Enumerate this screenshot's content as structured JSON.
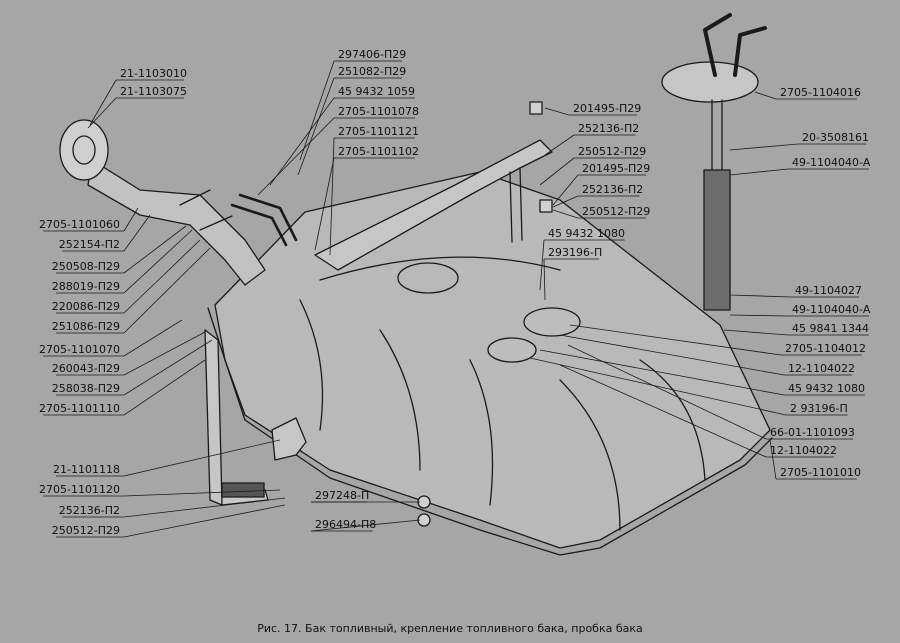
{
  "caption": "Рис. 17. Бак топливный, крепление топливного бака, пробка бака",
  "labels": [
    "297406-П29",
    "251082-П29",
    "45 9432 1059",
    "2705-1101078",
    "2705-1101121",
    "2705-1101102",
    "21-1103010",
    "21-1103075",
    "201495-П29",
    "252136-П2",
    "250512-П29",
    "201495-П29",
    "252136-П2",
    "250512-П29",
    "45 9432 1080",
    "293196-П",
    "2705-1104016",
    "20-3508161",
    "49-1104040-А",
    "49-1104027",
    "49-1104040-А",
    "45 9841 1344",
    "2705-1104012",
    "12-1104022",
    "45 9432 1080",
    "2 93196-П",
    "66-01-1101093",
    "12-1104022",
    "2705-1101010",
    "2705-1101060",
    "252154-П2",
    "250508-П29",
    "288019-П29",
    "220086-П29",
    "251086-П29",
    "2705-1101070",
    "260043-П29",
    "258038-П29",
    "2705-1101110",
    "21-1101118",
    "2705-1101120",
    "252136-П2",
    "250512-П29",
    "297248-П",
    "296494-П8"
  ]
}
